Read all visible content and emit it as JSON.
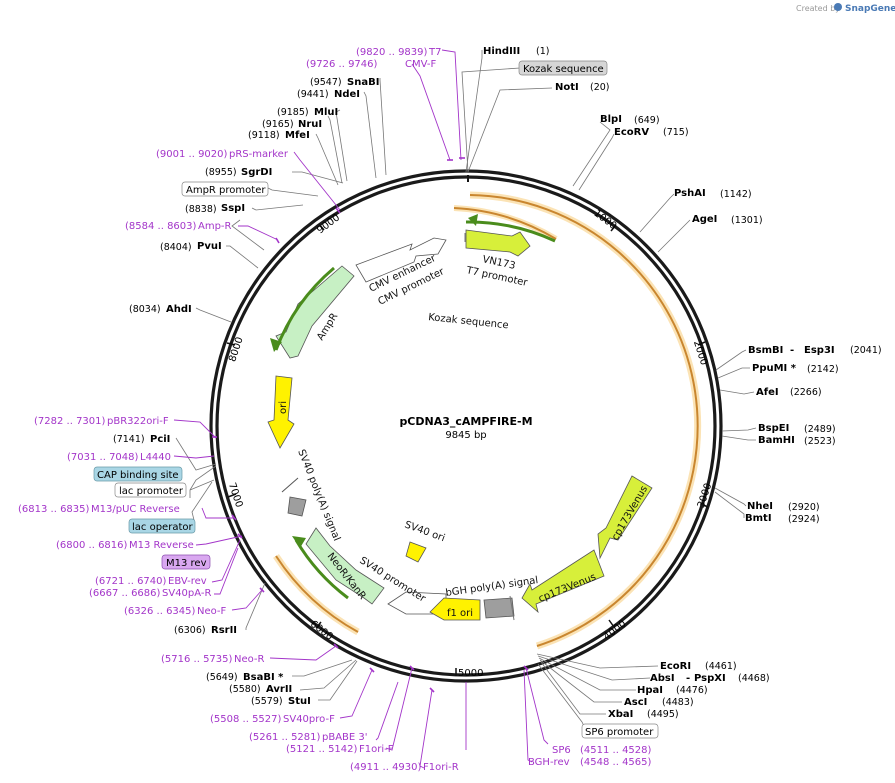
{
  "credit": {
    "prefix": "Created by",
    "brand": "SnapGene"
  },
  "plasmid": {
    "name": "pCDNA3_cAMPFIRE-M",
    "length": "9845 bp"
  },
  "enzymes": [
    {
      "name": "HindIII",
      "pos": "(1)"
    },
    {
      "name": "NotI",
      "pos": "(20)"
    },
    {
      "name": "BlpI",
      "pos": "(649)"
    },
    {
      "name": "EcoRV",
      "pos": "(715)"
    },
    {
      "name": "PshAI",
      "pos": "(1142)"
    },
    {
      "name": "AgeI",
      "pos": "(1301)"
    },
    {
      "name": "BsmBI",
      "name2": "Esp3I",
      "pos": "(2041)"
    },
    {
      "name": "PpuMI *",
      "pos": "(2142)"
    },
    {
      "name": "AfeI",
      "pos": "(2266)"
    },
    {
      "name": "BspEI",
      "pos": "(2489)"
    },
    {
      "name": "BamHI",
      "pos": "(2523)"
    },
    {
      "name": "NheI",
      "pos": "(2920)"
    },
    {
      "name": "BmtI",
      "pos": "(2924)"
    },
    {
      "name": "EcoRI",
      "pos": "(4461)"
    },
    {
      "name": "AbsI",
      "name2": "PspXI",
      "pos": "(4468)"
    },
    {
      "name": "HpaI",
      "pos": "(4476)"
    },
    {
      "name": "AscI",
      "pos": "(4483)"
    },
    {
      "name": "XbaI",
      "pos": "(4495)"
    },
    {
      "name": "BsaBI *",
      "pos": "(5649)"
    },
    {
      "name": "AvrII",
      "pos": "(5580)"
    },
    {
      "name": "StuI",
      "pos": "(5579)"
    },
    {
      "name": "RsrII",
      "pos": "(6306)"
    },
    {
      "name": "PciI",
      "pos": "(7141)"
    },
    {
      "name": "AhdI",
      "pos": "(8034)"
    },
    {
      "name": "PvuI",
      "pos": "(8404)"
    },
    {
      "name": "SspI",
      "pos": "(8838)"
    },
    {
      "name": "SgrDI",
      "pos": "(8955)"
    },
    {
      "name": "MfeI",
      "pos": "(9118)"
    },
    {
      "name": "NruI",
      "pos": "(9165)"
    },
    {
      "name": "MluI",
      "pos": "(9185)"
    },
    {
      "name": "NdeI",
      "pos": "(9441)"
    },
    {
      "name": "SnaBI",
      "pos": "(9547)"
    }
  ],
  "primers": [
    {
      "name": "T7",
      "range": "(9820 .. 9839)"
    },
    {
      "name": "CMV-F",
      "range": "(9726 .. 9746)"
    },
    {
      "name": "pRS-marker",
      "range": "(9001 .. 9020)"
    },
    {
      "name": "Amp-R",
      "range": "(8584 .. 8603)"
    },
    {
      "name": "pBR322ori-F",
      "range": "(7282 .. 7301)"
    },
    {
      "name": "L4440",
      "range": "(7031 .. 7048)"
    },
    {
      "name": "M13/pUC Reverse",
      "range": "(6813 .. 6835)"
    },
    {
      "name": "M13 Reverse",
      "range": "(6800 .. 6816)"
    },
    {
      "name": "EBV-rev",
      "range": "(6721 .. 6740)"
    },
    {
      "name": "SV40pA-R",
      "range": "(6667 .. 6686)"
    },
    {
      "name": "Neo-F",
      "range": "(6326 .. 6345)"
    },
    {
      "name": "Neo-R",
      "range": "(5716 .. 5735)"
    },
    {
      "name": "SV40pro-F",
      "range": "(5508 .. 5527)"
    },
    {
      "name": "pBABE 3'",
      "range": "(5261 .. 5281)"
    },
    {
      "name": "F1ori-F",
      "range": "(5121 .. 5142)"
    },
    {
      "name": "F1ori-R",
      "range": "(4911 .. 4930)"
    },
    {
      "name": "SP6",
      "range": "(4511 .. 4528)"
    },
    {
      "name": "BGH-rev",
      "range": "(4548 .. 4565)"
    }
  ],
  "boxed_labels": {
    "kozak": "Kozak sequence",
    "ampr_promoter": "AmpR promoter",
    "cap_binding": "CAP binding site",
    "lac_promoter": "lac promoter",
    "lac_operator": "lac operator",
    "m13_rev": "M13 rev",
    "sp6_promoter": "SP6 promoter"
  },
  "features": {
    "cmv_enhancer": "CMV enhancer",
    "cmv_promoter": "CMV promoter",
    "t7_promoter": "T7 promoter",
    "vn173": "VN173",
    "kozak": "Kozak sequence",
    "ampr": "AmpR",
    "ori": "ori",
    "sv40_polya": "SV40 poly(A) signal",
    "neor": "NeoR/KanR",
    "sv40_promoter": "SV40 promoter",
    "sv40_ori": "SV40 ori",
    "f1_ori": "f1 ori",
    "bgh_polya": "bGH poly(A) signal",
    "cp173venus_a": "cp173Venus",
    "cp173venus_b": "cp173Venus"
  },
  "ticks": [
    "1000",
    "2000",
    "3000",
    "4000",
    "5000",
    "6000",
    "7000",
    "8000",
    "9000"
  ],
  "colors": {
    "backbone": "#1a1a1a",
    "enzyme_line": "#777777",
    "primer": "#a335c9",
    "primer_line": "#a335c9",
    "orf_band": "#e9a14a",
    "orf_glow": "#fbe3b5",
    "venus": "#d7ef3a",
    "ampr": "#c7f0c4",
    "ori": "#fff200",
    "promoter": "#ffffff",
    "polya": "#9e9e9e",
    "box_blue": "#a9d6e5",
    "box_purple": "#d9a8f0",
    "box_grey": "#d6d6d6",
    "brand": "#4a7ab5"
  }
}
